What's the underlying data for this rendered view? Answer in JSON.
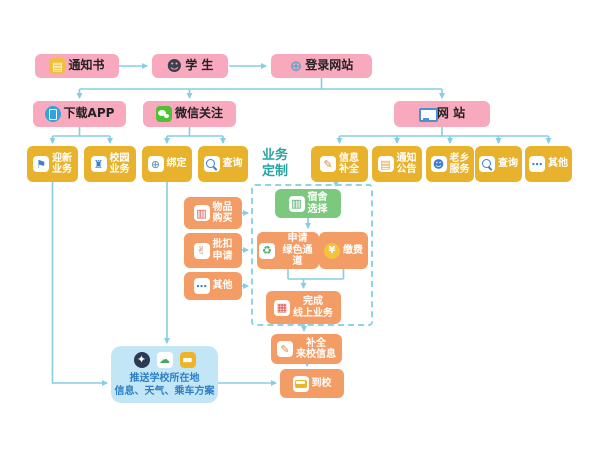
{
  "nodes": {
    "notice": "通知书",
    "student": "学 生",
    "login": "登录网站",
    "download_app": "下载APP",
    "wechat_follow": "微信关注",
    "website": "网 站",
    "welcome_biz": "迎新\n业务",
    "campus_biz": "校园\n业务",
    "bind": "绑定",
    "query_wechat": "查询",
    "biz_custom": "业务\n定制",
    "info_complete": "信息\n补全",
    "notice_board": "通知\n公告",
    "hometown_service": "老乡\n服务",
    "query_web": "查询",
    "other_web": "其他",
    "item_purchase": "物品\n购买",
    "batch_apply": "批扣\n申请",
    "other_biz": "其他",
    "dorm_select": "宿舍\n选择",
    "green_channel": "申请\n绿色通道",
    "pay": "缴费",
    "complete_online": "完成\n线上业务",
    "arrival_info": "补全\n来校信息",
    "arrive": "到校",
    "push_info": "推送学校所在地\n信息、天气、乘车方案"
  },
  "icons": {
    "notice": "▤",
    "student": "☻",
    "globe": "⊕",
    "flag": "⚑",
    "building": "♜",
    "pencil": "✎",
    "board": "▤",
    "people": "☻",
    "dots": "⋯",
    "carton": "▥",
    "hand": "✌",
    "dorm": "▥",
    "recycle": "♻",
    "yen": "¥",
    "cards": "▦",
    "spark": "✦",
    "cloud": "☁",
    "car": "▬"
  },
  "colors": {
    "pink_box": "#F8A9BE",
    "yellow_box": "#E9B22D",
    "orange_box": "#F49C66",
    "green_box": "#7CC87E",
    "blue_panel": "#C3E6F7",
    "connector": "#85CFE0",
    "teal_label": "#27A39F"
  }
}
